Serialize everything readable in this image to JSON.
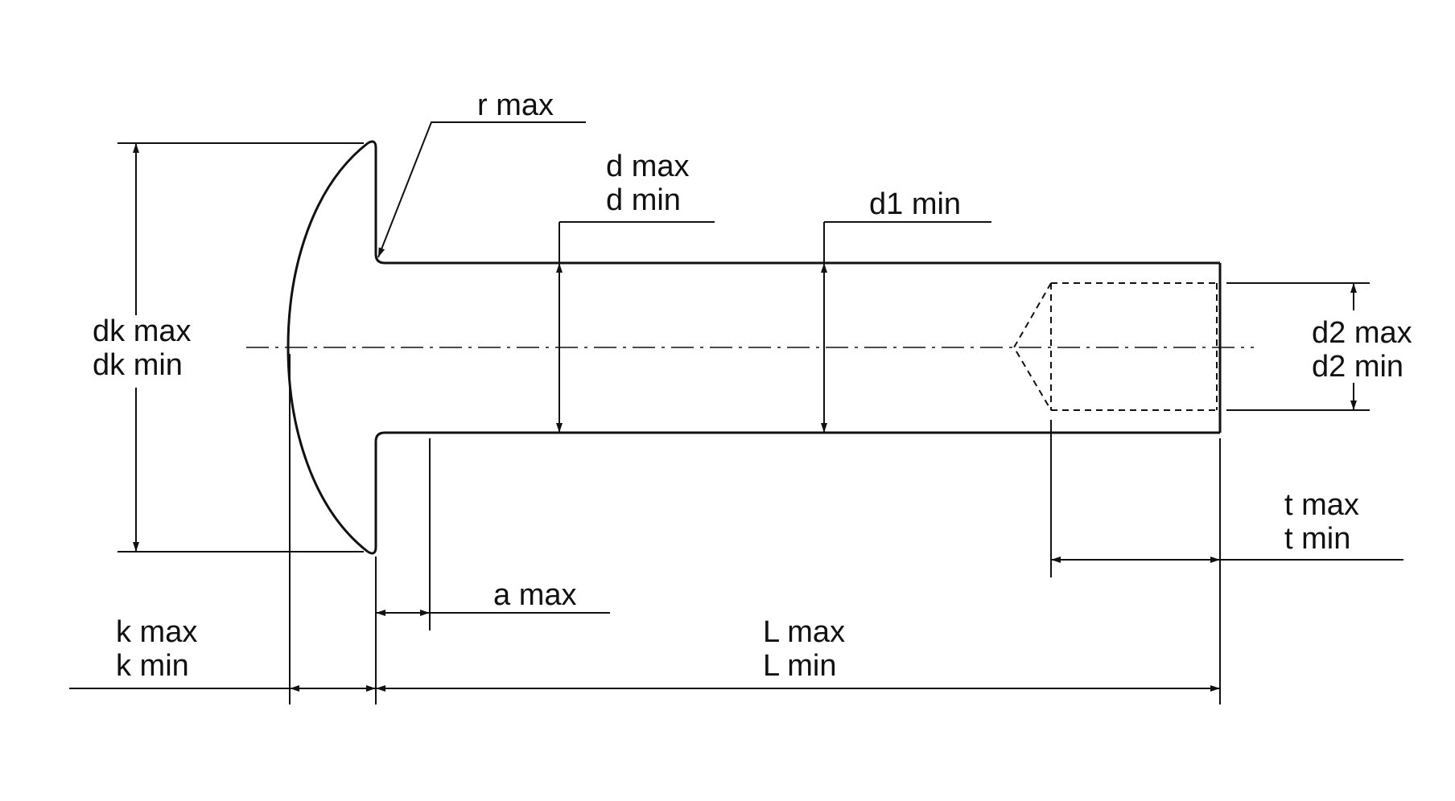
{
  "labels": {
    "r_max": "r max",
    "d_max": "d max",
    "d_min": "d min",
    "d1_min": "d1 min",
    "dk_max": "dk max",
    "dk_min": "dk min",
    "d2_max": "d2 max",
    "d2_min": "d2 min",
    "t_max": "t max",
    "t_min": "t min",
    "a_max": "a max",
    "k_max": "k max",
    "k_min": "k min",
    "L_max": "L max",
    "L_min": "L min"
  },
  "colors": {
    "line": "#111111",
    "background": "#ffffff"
  }
}
